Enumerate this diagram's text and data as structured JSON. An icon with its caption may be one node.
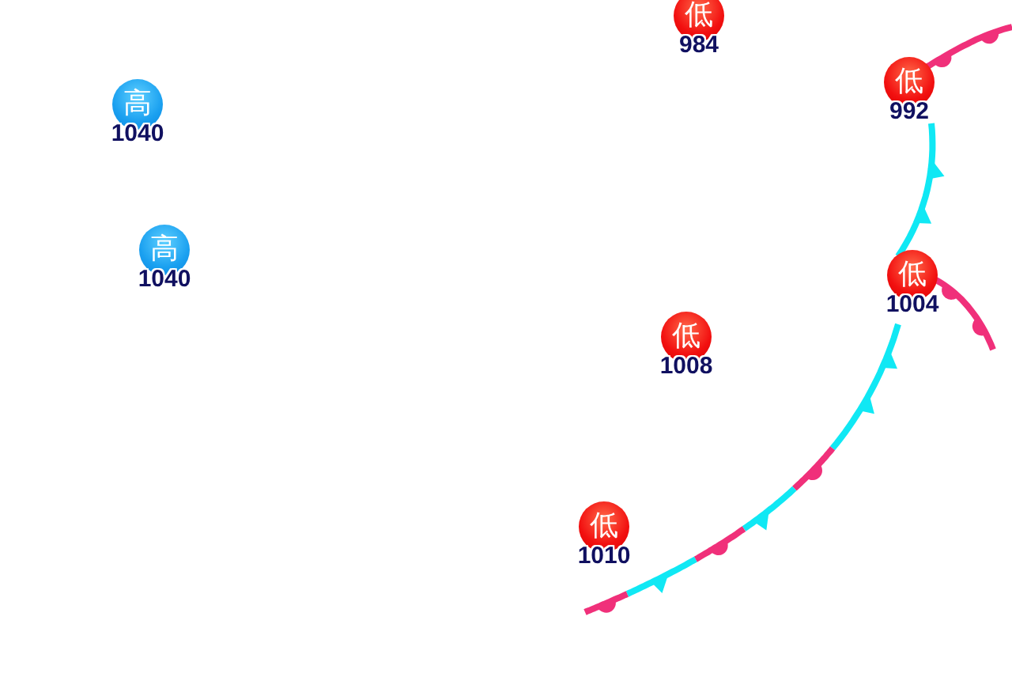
{
  "diagram": {
    "nodes": [
      {
        "text": [
          "低",
          "984"
        ]
      },
      {
        "text": [
          "高",
          "1040"
        ]
      },
      {
        "text": [
          "低",
          "992"
        ]
      },
      {
        "text": [
          "高",
          "1040"
        ]
      },
      {
        "text": [
          "低",
          "1004"
        ]
      },
      {
        "text": [
          "低",
          "1008"
        ]
      },
      {
        "text": [
          "低",
          "1010"
        ]
      }
    ]
  }
}
